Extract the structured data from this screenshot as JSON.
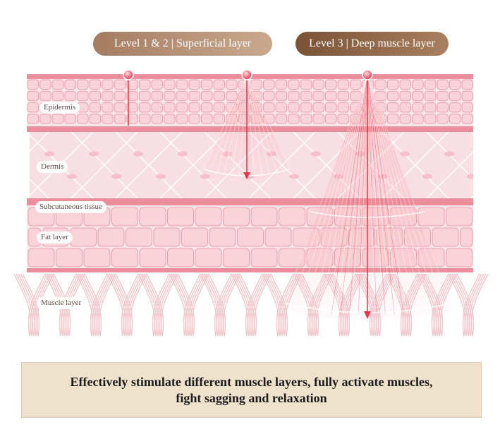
{
  "header": {
    "level_1_2_label": "Level 1 & 2 | Superficial  layer",
    "level_3_label": "Level 3 | Deep muscle layer"
  },
  "layers": {
    "epidermis": "Epidermis",
    "dermis": "Dermis",
    "subcutaneous": "Subcutaneous tissue",
    "fat": "Fat layer",
    "muscle": "Muscle layer"
  },
  "caption": {
    "line1": "Effectively stimulate different muscle layers, fully activate muscles,",
    "line2": "fight sagging and relaxation"
  },
  "colors": {
    "band": "#eb8d9a",
    "cell_fill": "#f9d3d8",
    "cell_stroke": "#e9a2ad",
    "dermis_bg": "#f8dfe3",
    "beam": "#e8364a",
    "muscle": "#f0c3ca",
    "pill_light": "#b8967a",
    "pill_dark": "#8e6546",
    "caption_bg": "#efe2cd"
  },
  "icons": {
    "probe": "probe-dot-icon",
    "arrow": "arrow-down-icon"
  }
}
